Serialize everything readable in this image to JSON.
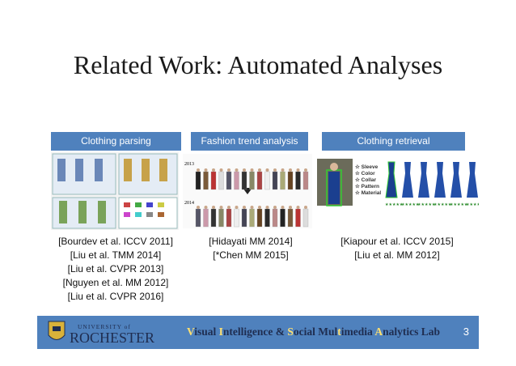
{
  "slide": {
    "title": "Related Work: Automated Analyses",
    "page_number": "3"
  },
  "columns": [
    {
      "header": "Clothing parsing",
      "citations": [
        "[Bourdev et al. ICCV 2011]",
        "[Liu et al. TMM 2014]",
        "[Liu et al. CVPR 2013]",
        "[Nguyen et al. MM 2012]",
        "[Liu et al. CVPR  2016]"
      ]
    },
    {
      "header": "Fashion trend analysis",
      "citations": [
        "[Hidayati MM 2014]",
        "[*Chen MM 2015]"
      ],
      "figure_labels": [
        "2013",
        "2014"
      ]
    },
    {
      "header": "Clothing retrieval",
      "citations": [
        "[Kiapour et al. ICCV 2015]",
        "[Liu et al. MM 2012]"
      ],
      "attributes": [
        "Sleeve",
        "Color",
        "Collar",
        "Pattern",
        "Material"
      ]
    }
  ],
  "footer": {
    "university_small": "UNIVERSITY of",
    "university_large": "ROCHESTER",
    "lab_parts": [
      {
        "t": "V",
        "hl": true
      },
      {
        "t": "isual ",
        "hl": false
      },
      {
        "t": "I",
        "hl": true
      },
      {
        "t": "ntelligence & ",
        "hl": false
      },
      {
        "t": "S",
        "hl": true
      },
      {
        "t": "ocial Mul",
        "hl": false
      },
      {
        "t": "t",
        "hl": true
      },
      {
        "t": "imedia ",
        "hl": false
      },
      {
        "t": "A",
        "hl": true
      },
      {
        "t": "nalytics Lab",
        "hl": false
      }
    ]
  },
  "colors": {
    "header_blue": "#4f81bd",
    "footer_blue": "#4f81bd",
    "highlight_yellow": "#ffe070"
  }
}
